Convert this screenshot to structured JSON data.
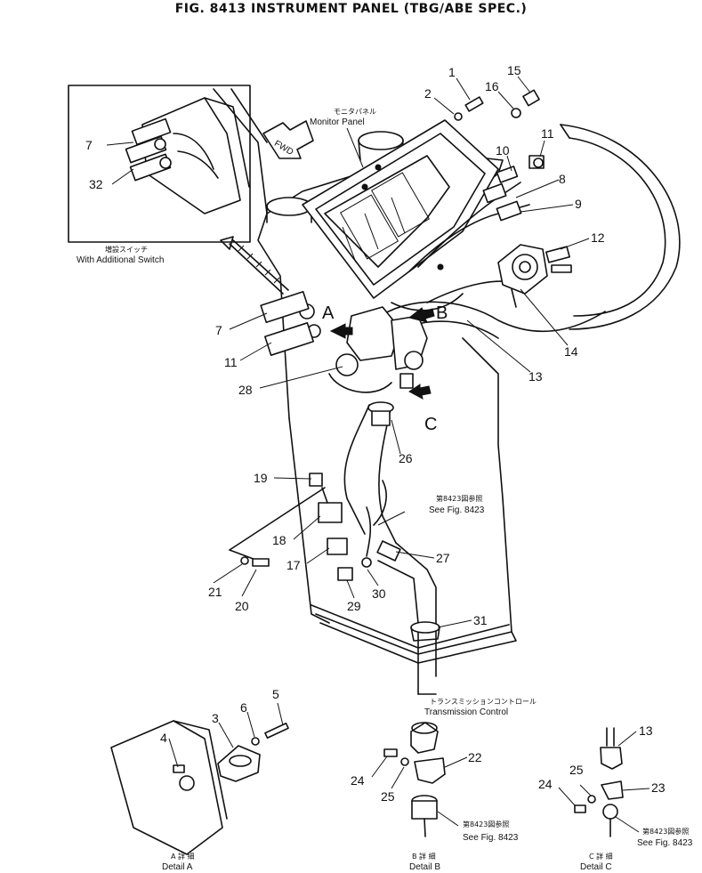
{
  "title": "FIG. 8413  INSTRUMENT PANEL (TBG/ABE SPEC.)",
  "captions": {
    "monitor_panel_jp": "モニタパネル",
    "monitor_panel": "Monitor Panel",
    "fwd": "FWD",
    "additional_switch_jp": "増設スイッチ",
    "additional_switch": "With Additional Switch",
    "see_fig_jp": "第8423図参照",
    "see_fig": "See Fig. 8423",
    "transmission_jp": "トランスミッションコントロール",
    "transmission": "Transmission  Control",
    "detail_a_jp": "A 詳 細",
    "detail_a": "Detail A",
    "detail_b_jp": "B 詳 細",
    "detail_b": "Detail B",
    "detail_c_jp": "C 詳 細",
    "detail_c": "Detail C"
  },
  "view_letters": [
    "A",
    "B",
    "C"
  ],
  "part_numbers": {
    "p1": "1",
    "p2": "2",
    "p3": "3",
    "p4": "4",
    "p5": "5",
    "p6": "6",
    "p7": "7",
    "p8": "8",
    "p9": "9",
    "p10": "10",
    "p11": "11",
    "p12": "12",
    "p13": "13",
    "p14": "14",
    "p15": "15",
    "p16": "16",
    "p17": "17",
    "p18": "18",
    "p19": "19",
    "p20": "20",
    "p21": "21",
    "p22": "22",
    "p23": "23",
    "p24": "24",
    "p25": "25",
    "p26": "26",
    "p27": "27",
    "p28": "28",
    "p29": "29",
    "p30": "30",
    "p31": "31",
    "p32": "32"
  }
}
